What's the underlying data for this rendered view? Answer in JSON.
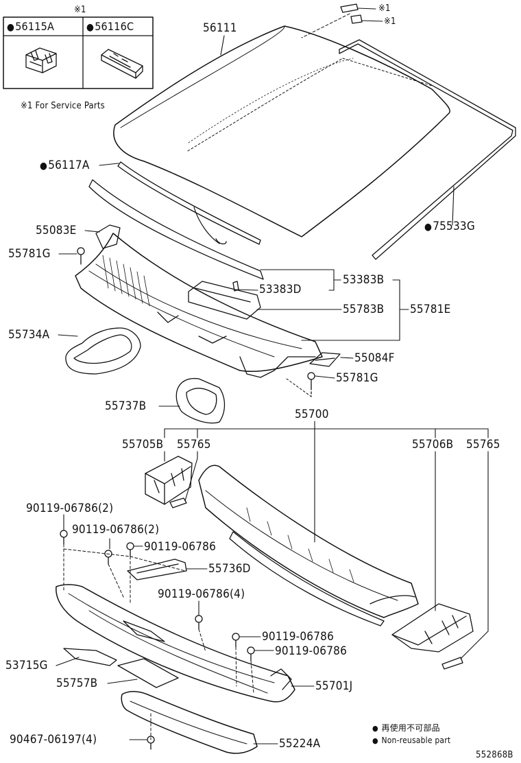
{
  "inset": {
    "note_top": "※1",
    "left_part": "56115A",
    "right_part": "56116C",
    "footnote": "※1 For Service Parts"
  },
  "markers": {
    "m1": "※1",
    "m2": "※1",
    "bullet": "●"
  },
  "parts": {
    "p56111": "56111",
    "p56117A": "56117A",
    "p75533G": "75533G",
    "p55083E": "55083E",
    "p55781G_a": "55781G",
    "p53383D": "53383D",
    "p53383B": "53383B",
    "p55783B": "55783B",
    "p55781E": "55781E",
    "p55734A": "55734A",
    "p55084F": "55084F",
    "p55781G_b": "55781G",
    "p55737B": "55737B",
    "p55700": "55700",
    "p55705B": "55705B",
    "p55765_a": "55765",
    "p55706B": "55706B",
    "p55765_b": "55765",
    "b1": "90119-06786(2)",
    "b2": "90119-06786(2)",
    "b3": "90119-06786",
    "p55736D": "55736D",
    "b4": "90119-06786(4)",
    "b5": "90119-06786",
    "b6": "90119-06786",
    "p53715G": "53715G",
    "p55757B": "55757B",
    "p55701J": "55701J",
    "b7": "90467-06197(4)",
    "p55224A": "55224A"
  },
  "legend": {
    "jp": "再使用不可部品",
    "en": "Non-reusable part"
  },
  "ref_code": "552868B"
}
